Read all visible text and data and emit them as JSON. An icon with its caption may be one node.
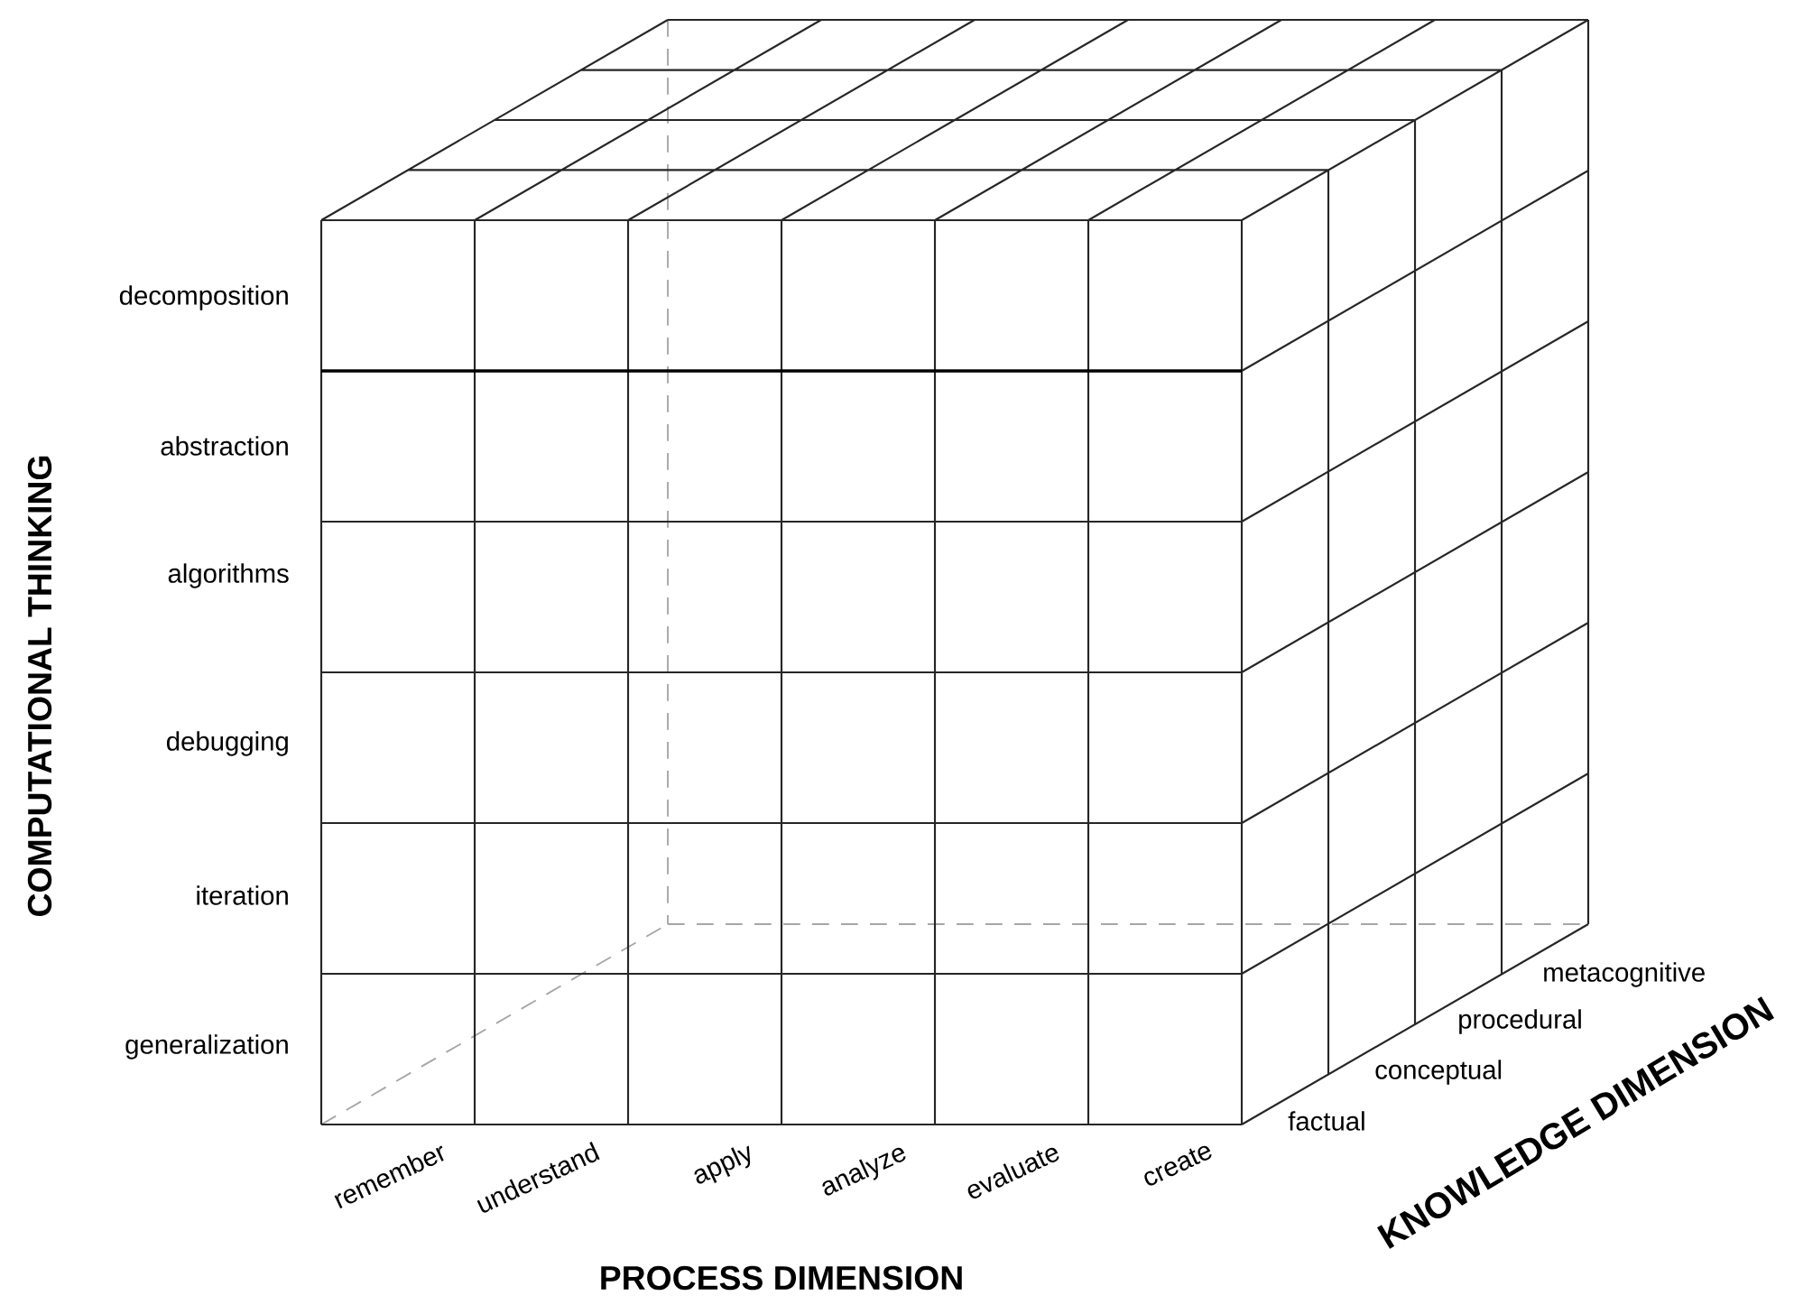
{
  "diagram": {
    "labels": [
      "COMPUTATIONAL THINKING",
      "decomposition",
      "abstraction",
      "algorithms",
      "debugging",
      "iteration",
      "generalization",
      "metacognitive",
      "procedural",
      "conceptual",
      "factual",
      "remember",
      "understand",
      "apply",
      "analyze",
      "evaluate",
      "create",
      "KNOWLEDGE DIMENSION",
      "PROCESS DIMENSION"
    ]
  }
}
